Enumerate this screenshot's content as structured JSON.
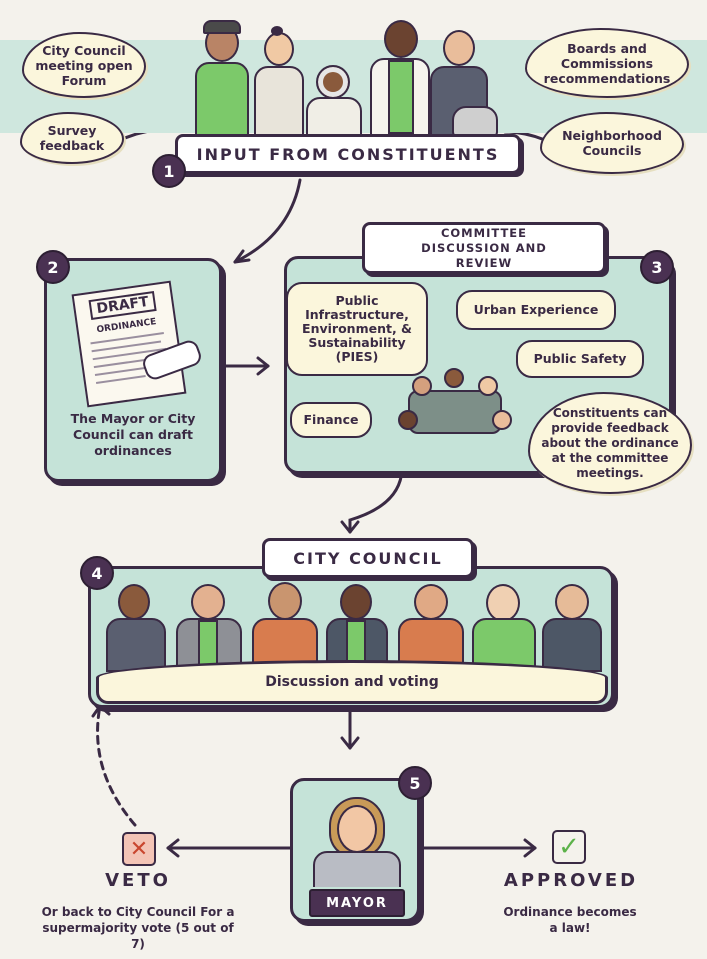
{
  "step1": {
    "number": "1",
    "title": "INPUT FROM CONSTITUENTS",
    "sources": [
      "City Council meeting open Forum",
      "Survey feedback",
      "Boards and Commissions recommendations",
      "Neighborhood Councils"
    ]
  },
  "step2": {
    "number": "2",
    "document_title": "DRAFT",
    "document_subtitle": "ORDINANCE",
    "caption": "The Mayor or City Council can draft ordinances"
  },
  "step3": {
    "number": "3",
    "title": "COMMITTEE DISCUSSION AND REVIEW",
    "committees": [
      "Public Infrastructure, Environment, & Sustainability (PIES)",
      "Urban Experience",
      "Public Safety",
      "Finance"
    ],
    "note": "Constituents can provide feedback about the ordinance at the committee meetings."
  },
  "step4": {
    "number": "4",
    "title": "CITY COUNCIL",
    "caption": "Discussion and voting"
  },
  "step5": {
    "number": "5",
    "label": "MAYOR"
  },
  "outcomes": {
    "veto_label": "VETO",
    "veto_note": "Or back to City Council For a supermajority vote (5 out of 7)",
    "approved_label": "APPROVED",
    "approved_note": "Ordinance becomes a law!"
  },
  "colors": {
    "panel": "#c5e3d8",
    "outline": "#3a2a44",
    "badge": "#4a3152",
    "cloud": "#fbf6dc",
    "accent_green": "#7cc96a",
    "veto_red": "#e0705a"
  }
}
